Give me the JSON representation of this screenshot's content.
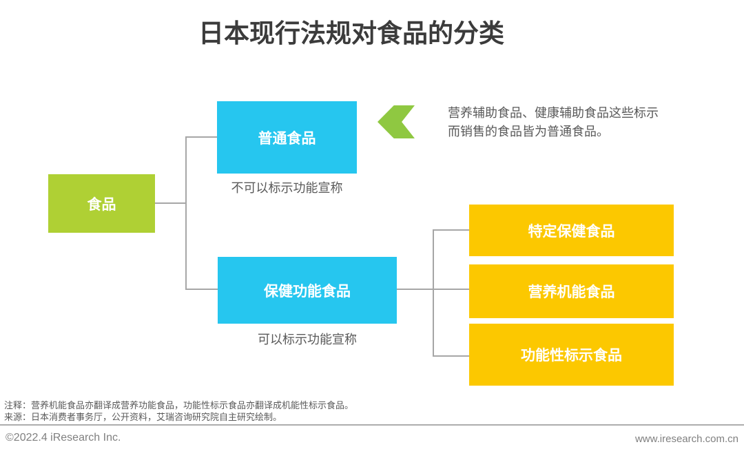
{
  "title": "日本现行法规对食品的分类",
  "colors": {
    "box_green": "#afd034",
    "box_blue": "#26c6ef",
    "box_yellow": "#fcc800",
    "arrow_green": "#8fc841",
    "connector_gray": "#a6a6a6",
    "title_text": "#3b3b3b",
    "body_text": "#595959",
    "footer_text": "#7f7f7f"
  },
  "tree": {
    "root": {
      "label": "食品"
    },
    "level1": [
      {
        "label": "普通食品",
        "note": "不可以标示功能宣称"
      },
      {
        "label": "保健功能食品",
        "note": "可以标示功能宣称"
      }
    ],
    "level2": [
      {
        "label": "特定保健食品"
      },
      {
        "label": "营养机能食品"
      },
      {
        "label": "功能性标示食品"
      }
    ]
  },
  "callout": {
    "line1": "营养辅助食品、健康辅助食品这些标示",
    "line2": "而销售的食品皆为普通食品。"
  },
  "footnotes": {
    "note": "注释：营养机能食品亦翻译成营养功能食品，功能性标示食品亦翻译成机能性标示食品。",
    "source": "来源：日本消费者事务厅，公开资料，艾瑞咨询研究院自主研究绘制。"
  },
  "footer": {
    "copyright": "©2022.4 iResearch Inc.",
    "website": "www.iresearch.com.cn"
  }
}
